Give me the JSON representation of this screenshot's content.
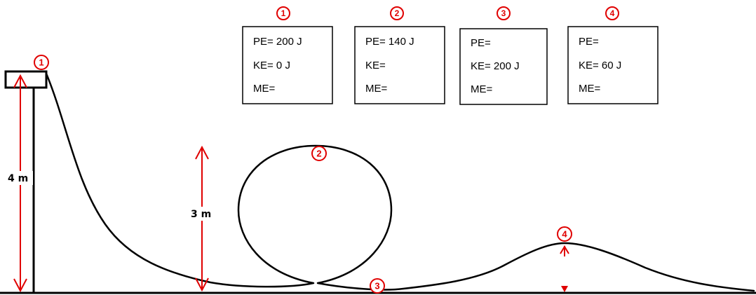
{
  "diagram": {
    "colors": {
      "track": "#000000",
      "annotation": "#e00000"
    },
    "dimensions": {
      "tower_height": "4 m",
      "loop_height": "3 m"
    },
    "markers": [
      "1",
      "2",
      "3",
      "4"
    ],
    "panels": [
      {
        "number": "1",
        "pe": "PE= 200 J",
        "ke": "KE= 0 J",
        "me": "ME="
      },
      {
        "number": "2",
        "pe": "PE= 140 J",
        "ke": "KE=",
        "me": "ME="
      },
      {
        "number": "3",
        "pe": "PE=",
        "ke": "KE= 200 J",
        "me": "ME="
      },
      {
        "number": "4",
        "pe": "PE=",
        "ke": "KE= 60 J",
        "me": "ME="
      }
    ]
  }
}
